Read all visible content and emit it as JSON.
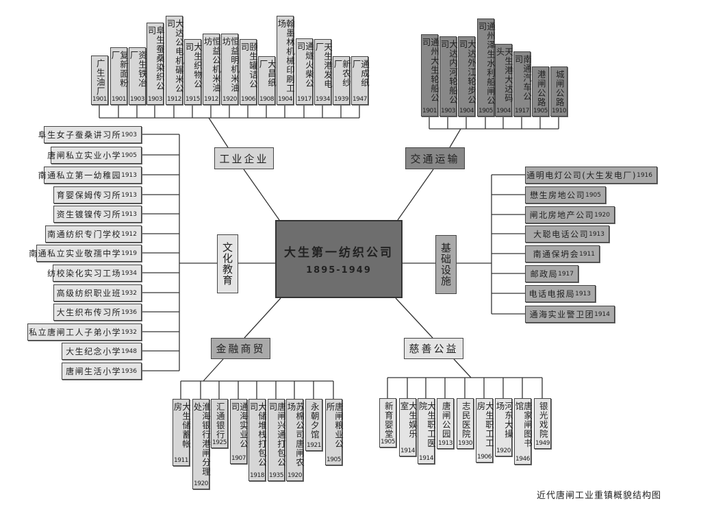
{
  "center": {
    "title": "大生第一纺织公司",
    "years": "1895-1949"
  },
  "caption": "近代唐闸工业重镇概貌结构图",
  "colors": {
    "center": "#6e6e6e",
    "dark": "#888888",
    "medium": "#a9a9a9",
    "light": "#d6d6d6",
    "lighter": "#e4e4e4"
  },
  "categories": {
    "industry": {
      "label": "工业企业",
      "items": [
        {
          "name": "广生油厂",
          "year": "1901"
        },
        {
          "name": "复新面粉厂",
          "year": "1901"
        },
        {
          "name": "资生铁冶厂",
          "year": "1903"
        },
        {
          "name": "阜生蚕桑染织公司",
          "year": "1903"
        },
        {
          "name": "大达公电机碾米公司",
          "year": "1912"
        },
        {
          "name": "大生织物公司",
          "year": "1915"
        },
        {
          "name": "恒益公机米油坊",
          "year": "1912"
        },
        {
          "name": "恒益明机米油坊",
          "year": "1920"
        },
        {
          "name": "颐生罐诘公司",
          "year": "1906"
        },
        {
          "name": "大昌纸厂",
          "year": "1908"
        },
        {
          "name": "翰墨林机械印刷工场",
          "year": "1904"
        },
        {
          "name": "通燧火柴公司",
          "year": "1917"
        },
        {
          "name": "天生港发电厂",
          "year": "1934"
        },
        {
          "name": "新农纱厂",
          "year": "1939"
        },
        {
          "name": "通成纸厂",
          "year": "1947"
        }
      ]
    },
    "transport": {
      "label": "交通运输",
      "items": [
        {
          "name": "通州大生轮船公司",
          "year": "1901"
        },
        {
          "name": "大达内河轮船公司",
          "year": "1903"
        },
        {
          "name": "大达外江轮步公司",
          "year": "1904"
        },
        {
          "name": "通州泽生水利船闸公司",
          "year": "1905"
        },
        {
          "name": "天生港大达码头",
          "year": "1904"
        },
        {
          "name": "南通汽车公司",
          "year": "1917"
        },
        {
          "name": "港闸公路",
          "year": "1905"
        },
        {
          "name": "城闸公路",
          "year": "1910"
        }
      ]
    },
    "education": {
      "label": "文化教育",
      "items": [
        {
          "name": "阜生女子蚕桑讲习所",
          "year": "1903"
        },
        {
          "name": "唐闸私立实业小学",
          "year": "1905"
        },
        {
          "name": "南通私立第一幼稚园",
          "year": "1913"
        },
        {
          "name": "育婴保姆传习所",
          "year": "1913"
        },
        {
          "name": "资生镀镍传习所",
          "year": "1913"
        },
        {
          "name": "南通纺织专门学校",
          "year": "1912"
        },
        {
          "name": "南通私立实业敬孺中学",
          "year": "1919"
        },
        {
          "name": "纺校染化实习工场",
          "year": "1934"
        },
        {
          "name": "高级纺织职业班",
          "year": "1932"
        },
        {
          "name": "大生织布传习所",
          "year": "1936"
        },
        {
          "name": "私立唐闸工人子弟小学",
          "year": "1932"
        },
        {
          "name": "大生纪念小学",
          "year": "1948"
        },
        {
          "name": "唐闸生活小学",
          "year": "1936"
        }
      ]
    },
    "infrastructure": {
      "label": "基础设施",
      "items": [
        {
          "name": "通明电灯公司(大生发电厂)",
          "year": "1916"
        },
        {
          "name": "懋生房地公司",
          "year": "1905"
        },
        {
          "name": "闸北房地产公司",
          "year": "1920"
        },
        {
          "name": "大聪电话公司",
          "year": "1913"
        },
        {
          "name": "南通保坍会",
          "year": "1911"
        },
        {
          "name": "邮政局",
          "year": "1917"
        },
        {
          "name": "电话电报局",
          "year": "1913"
        },
        {
          "name": "通海实业警卫团",
          "year": "1914"
        }
      ]
    },
    "finance": {
      "label": "金融商贸",
      "items": [
        {
          "name": "大生储蓄帐房",
          "year": "1911"
        },
        {
          "name": "淮海银行港闸分理处",
          "year": "1920"
        },
        {
          "name": "汇通银行",
          "year": "1925"
        },
        {
          "name": "通海实业公司",
          "year": "1907"
        },
        {
          "name": "大储堆栈打包公司",
          "year": "1918"
        },
        {
          "name": "唐闸兴通打包公司",
          "year": "1935"
        },
        {
          "name": "苏棉公司唐闸农场",
          "year": "1920"
        },
        {
          "name": "永朝夕馆",
          "year": "1921"
        },
        {
          "name": "唐闸粮业公所",
          "year": "1905"
        }
      ]
    },
    "charity": {
      "label": "慈善公益",
      "items": [
        {
          "name": "新育婴堂",
          "year": "1905"
        },
        {
          "name": "大生娱乐室",
          "year": "1914"
        },
        {
          "name": "大生职工医院",
          "year": "1914"
        },
        {
          "name": "唐闸公园",
          "year": "1913"
        },
        {
          "name": "志民医院",
          "year": "1930"
        },
        {
          "name": "大生职工工房",
          "year": "1906"
        },
        {
          "name": "河东大操场",
          "year": "1920"
        },
        {
          "name": "唐家闸图书馆",
          "year": "1946"
        },
        {
          "name": "银光戏院",
          "year": "1949"
        }
      ]
    }
  }
}
